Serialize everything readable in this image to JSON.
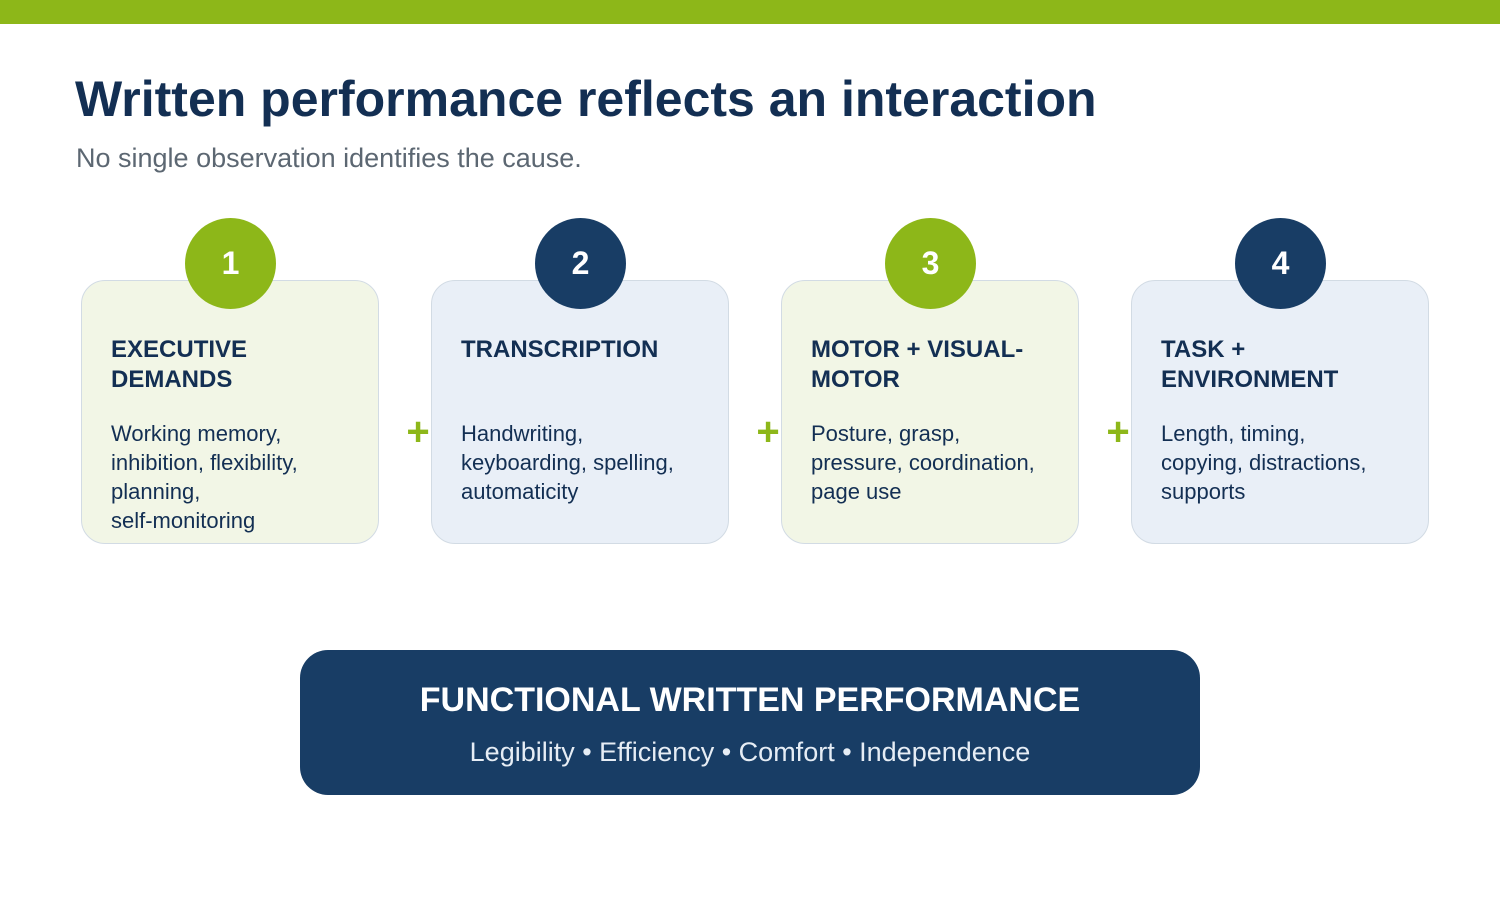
{
  "colors": {
    "accent_green": "#8db719",
    "navy": "#183d65",
    "title_navy": "#132f53",
    "subtitle_gray": "#5c6772",
    "card_green_bg": "#f2f6e6",
    "card_blue_bg": "#e9eff7",
    "result_sub_text": "#e6edf5"
  },
  "header": {
    "title": "Written performance reflects an interaction",
    "subtitle": "No single observation identifies the cause."
  },
  "factors": [
    {
      "number": "1",
      "title": "EXECUTIVE DEMANDS",
      "lines": [
        "Working memory,",
        "inhibition, flexibility,",
        "planning,",
        "self-monitoring"
      ],
      "theme": "green"
    },
    {
      "number": "2",
      "title": "TRANSCRIPTION",
      "lines": [
        "Handwriting,",
        "keyboarding, spelling,",
        "automaticity"
      ],
      "theme": "blue"
    },
    {
      "number": "3",
      "title": "MOTOR + VISUAL-MOTOR",
      "lines": [
        "Posture, grasp,",
        "pressure, coordination,",
        "page use"
      ],
      "theme": "green"
    },
    {
      "number": "4",
      "title": "TASK + ENVIRONMENT",
      "lines": [
        "Length, timing,",
        "copying, distractions,",
        "supports"
      ],
      "theme": "blue"
    }
  ],
  "operator": "+",
  "result": {
    "title": "FUNCTIONAL WRITTEN PERFORMANCE",
    "subtitle": "Legibility • Efficiency • Comfort • Independence"
  }
}
